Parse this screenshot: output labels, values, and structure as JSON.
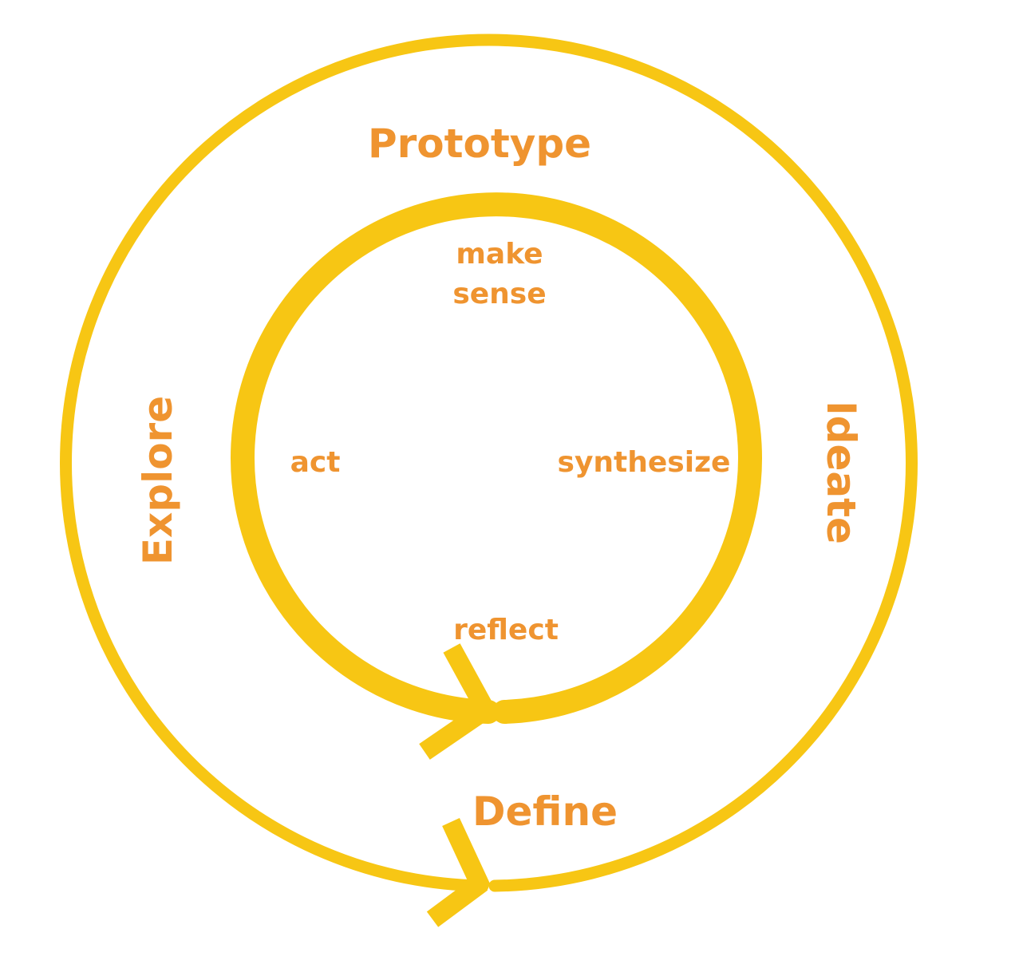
{
  "colors": {
    "ring": "#f7c614",
    "text": "#ef9430",
    "background": "#ffffff"
  },
  "outer_cycle": {
    "stages": {
      "top": "Prototype",
      "right": "Ideate",
      "bottom": "Define",
      "left": "Explore"
    }
  },
  "inner_cycle": {
    "stages": {
      "top_line1": "make",
      "top_line2": "sense",
      "right": "synthesize",
      "bottom": "reflect",
      "left": "act"
    }
  }
}
